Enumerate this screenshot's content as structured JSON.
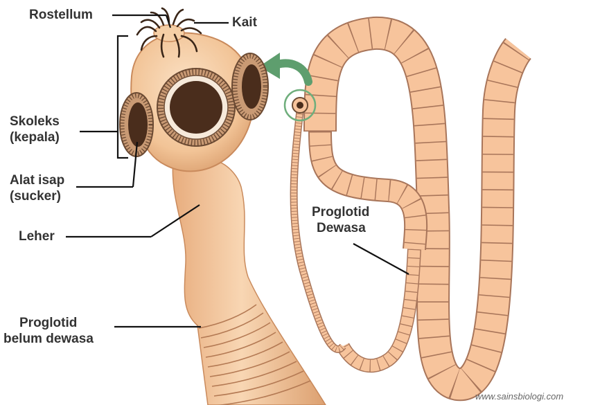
{
  "labels": {
    "rostellum": "Rostellum",
    "kait": "Kait",
    "skoleks_line1": "Skoleks",
    "skoleks_line2": "(kepala)",
    "alat_isap_line1": "Alat isap",
    "alat_isap_line2": "(sucker)",
    "leher": "Leher",
    "proglotid_belum_line1": "Proglotid",
    "proglotid_belum_line2": "belum dewasa",
    "proglotid_dewasa_line1": "Proglotid",
    "proglotid_dewasa_line2": "Dewasa"
  },
  "watermark": "www.sainsbiologi.com",
  "colors": {
    "skin": "#f3caa0",
    "skin_shadow": "#dfa474",
    "segment_fill": "#f7c49c",
    "segment_edge": "#a8755a",
    "sucker_dark": "#4a2d1c",
    "arrow": "#5e9e6e",
    "label_text": "#333333",
    "leader_line": "#111111"
  },
  "icons": [
    "curved-arrow-icon",
    "scolex-circle-icon"
  ]
}
